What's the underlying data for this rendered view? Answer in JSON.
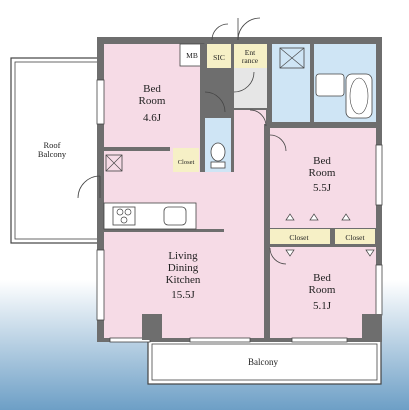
{
  "colors": {
    "wall": "#6e6e6e",
    "pink": "#f6dbe6",
    "blue": "#cfe5f5",
    "yellow": "#f6f0c6",
    "gray_floor": "#e6e6e6",
    "sky_top": "#ffffff",
    "sky_bottom": "#6d9fc6"
  },
  "rooms": {
    "bedroom_a": {
      "name": "Bed\nRoom",
      "size": "4.6J"
    },
    "bedroom_b": {
      "name": "Bed\nRoom",
      "size": "5.5J"
    },
    "bedroom_c": {
      "name": "Bed\nRoom",
      "size": "5.1J"
    },
    "ldk": {
      "name": "Living\nDining\nKitchen",
      "size": "15.5J"
    }
  },
  "labels": {
    "roof_balcony": "Roof\nBalcony",
    "balcony": "Balcony",
    "mb": "MB",
    "sic": "SIC",
    "entrance": "Ent\nrance",
    "closet_bedroom_a": "Closet",
    "closet_mid": "Closet",
    "closet_right": "Closet"
  }
}
